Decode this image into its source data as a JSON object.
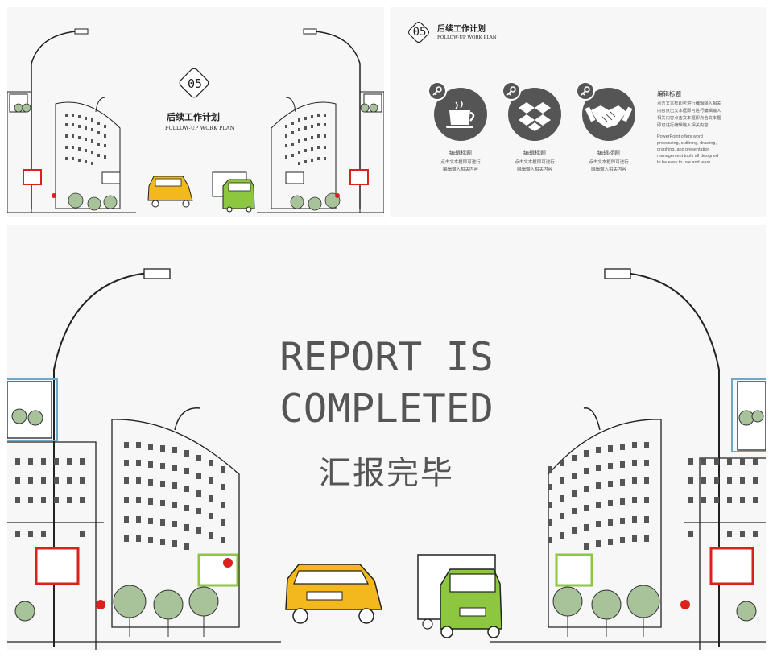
{
  "slide1": {
    "number": "05",
    "title": "后续工作计划",
    "subtitle": "FOLLOW-UP WORK PLAN"
  },
  "slide2": {
    "number": "05",
    "title": "后续工作计划",
    "subtitle": "FOLLOW-UP WORK PLAN",
    "items": [
      {
        "icon": "coffee-cup-icon",
        "label": "编辑标题",
        "desc1": "点击文本框即可进行",
        "desc2": "编辑输入相关内容"
      },
      {
        "icon": "dropbox-icon",
        "label": "编辑标题",
        "desc1": "点击文本框即可进行",
        "desc2": "编辑输入相关内容"
      },
      {
        "icon": "handshake-icon",
        "label": "编辑标题",
        "desc1": "点击文本框即可进行",
        "desc2": "编辑输入相关内容"
      }
    ],
    "side_title": "编辑标题",
    "side_body_cn": [
      "点击文本框即可进行编辑输入相关",
      "内容点击文本框即可进行编辑输入",
      "相关内容点击文本框即点击文本框",
      "即可进行编辑输入相关内容"
    ],
    "side_body_en": [
      "PowerPoint offers word",
      "processing, outlining, drawing,",
      "graphing, and presentation",
      "management tools all designed",
      "to be easy to use and learn."
    ]
  },
  "slide3": {
    "title_line1": "REPORT IS",
    "title_line2": "COMPLETED",
    "title_cn": "汇报完毕"
  },
  "colors": {
    "taxi_yellow": "#f2b81d",
    "truck_green": "#8dc63f",
    "circle_gray": "#555555",
    "sign_red": "#d9221c",
    "tree_green": "#a8c29a"
  }
}
